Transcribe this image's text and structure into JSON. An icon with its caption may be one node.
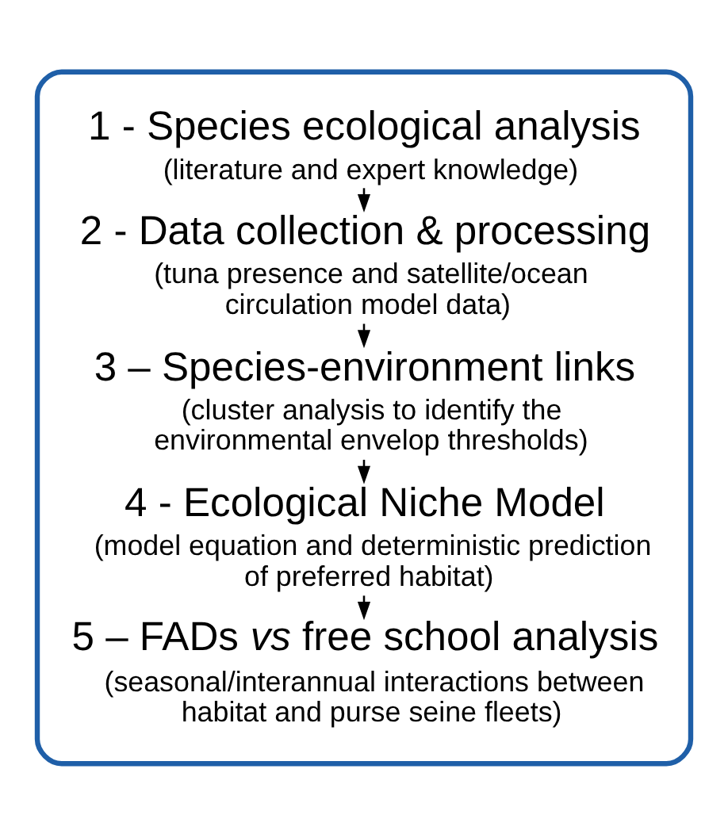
{
  "diagram": {
    "nodes": [
      {
        "text": [],
        "shape": "box"
      },
      {
        "text": [
          "1 - Species ecological analysis",
          "(literature and expert knowledge)"
        ],
        "in": 0
      },
      {
        "text": [
          "2 - Data collection & processing",
          "(tuna presence and satellite/ocean circulation model data)"
        ],
        "in": 0
      },
      {
        "text": [
          "3 – Species-environment links",
          "(cluster analysis to identify the environmental envelop thresholds)"
        ],
        "in": 0
      },
      {
        "text": [
          "4 - Ecological Niche Model",
          "(model equation and deterministic prediction of preferred habitat)"
        ],
        "in": 0
      },
      {
        "text": [
          "5 – FADs *vs* free school analysis",
          "(seasonal/interannual interactions between habitat and purse seine fleets)"
        ],
        "in": 0
      }
    ],
    "edges": [
      {
        "from": 1,
        "to": 2,
        "arrow": "to"
      },
      {
        "from": 2,
        "to": 3,
        "arrow": "to"
      },
      {
        "from": 3,
        "to": 4,
        "arrow": "to"
      },
      {
        "from": 4,
        "to": 5,
        "arrow": "to"
      }
    ]
  }
}
